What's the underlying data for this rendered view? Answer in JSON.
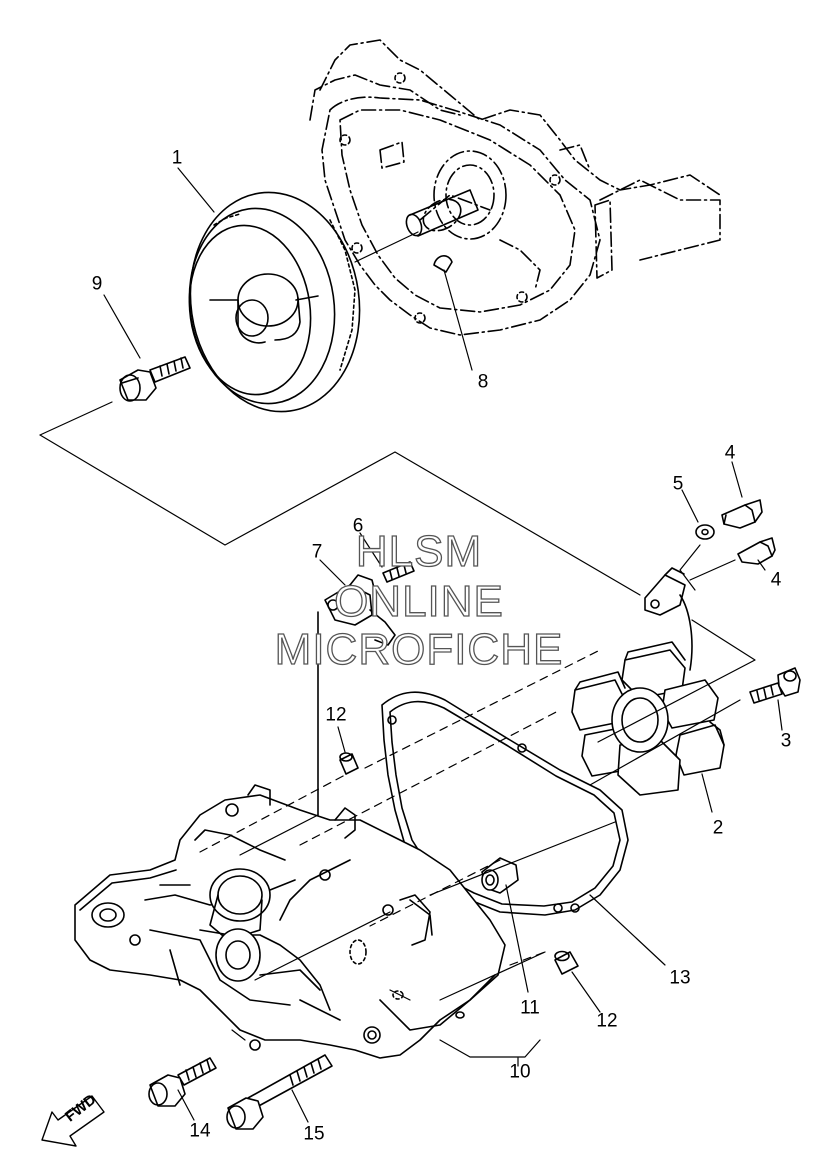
{
  "labels": {
    "p1": "1",
    "p2": "2",
    "p3": "3",
    "p4a": "4",
    "p4b": "4",
    "p5": "5",
    "p6": "6",
    "p7": "7",
    "p8": "8",
    "p9": "9",
    "p10": "10",
    "p11": "11",
    "p12a": "12",
    "p12b": "12",
    "p13": "13",
    "p14": "14",
    "p15": "15"
  },
  "watermark": {
    "line1": "HLSM",
    "line2": "ONLINE",
    "line3": "MICROFICHE"
  },
  "fwd": "FWD"
}
